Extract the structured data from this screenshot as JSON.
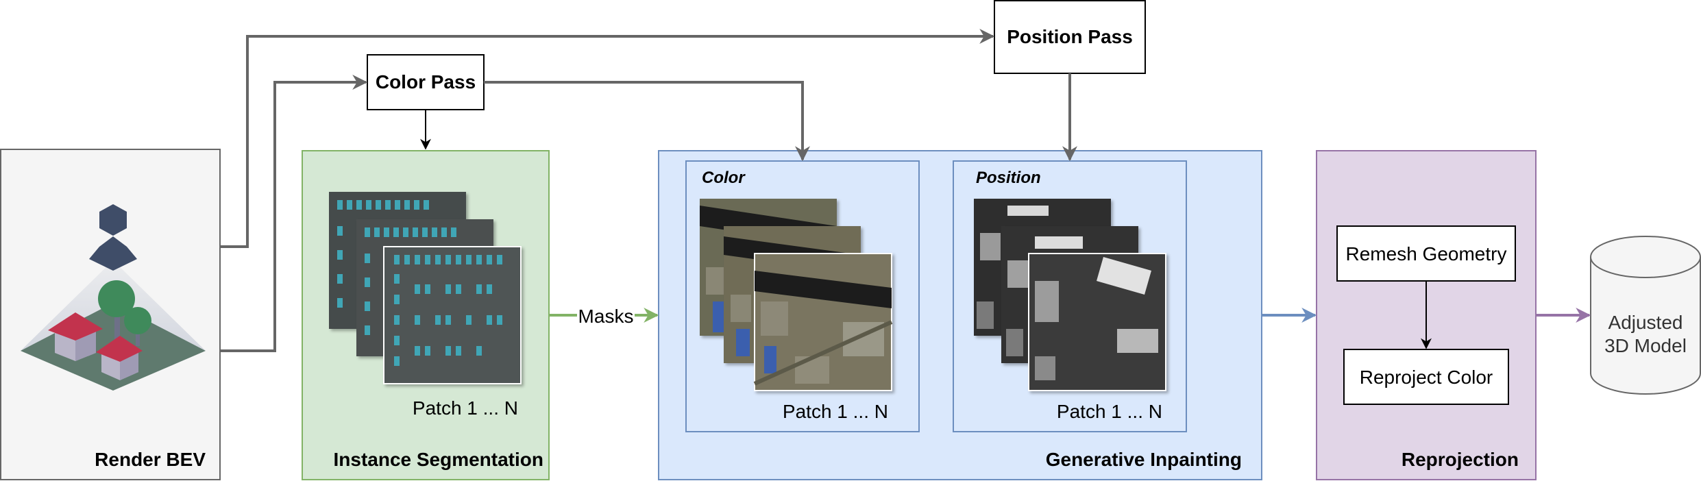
{
  "colors": {
    "render_fill": "#f5f5f5",
    "render_stroke": "#666666",
    "seg_fill": "#d5e8d4",
    "seg_stroke": "#82b366",
    "inpaint_fill": "#dae8fc",
    "inpaint_stroke": "#6c8ebf",
    "reproj_fill": "#e1d5e7",
    "reproj_stroke": "#9673a6",
    "arrow_grey": "#666666",
    "arrow_green": "#82b366",
    "arrow_blue": "#6c8ebf",
    "arrow_purple": "#9673a6"
  },
  "render_bev": {
    "label": "Render BEV"
  },
  "color_pass": {
    "label": "Color Pass"
  },
  "position_pass": {
    "label": "Position Pass"
  },
  "instance_segmentation": {
    "label": "Instance Segmentation",
    "patches_label": "Patch 1 ... N"
  },
  "masks_label": "Masks",
  "generative_inpainting": {
    "label": "Generative Inpainting",
    "color_panel": {
      "title": "Color",
      "patches_label": "Patch 1 ... N"
    },
    "position_panel": {
      "title": "Position",
      "patches_label": "Patch 1 ... N"
    }
  },
  "reprojection": {
    "label": "Reprojection",
    "remesh_label": "Remesh Geometry",
    "reproject_label": "Reproject Color"
  },
  "output": {
    "label_line1": "Adjusted",
    "label_line2": "3D Model"
  }
}
